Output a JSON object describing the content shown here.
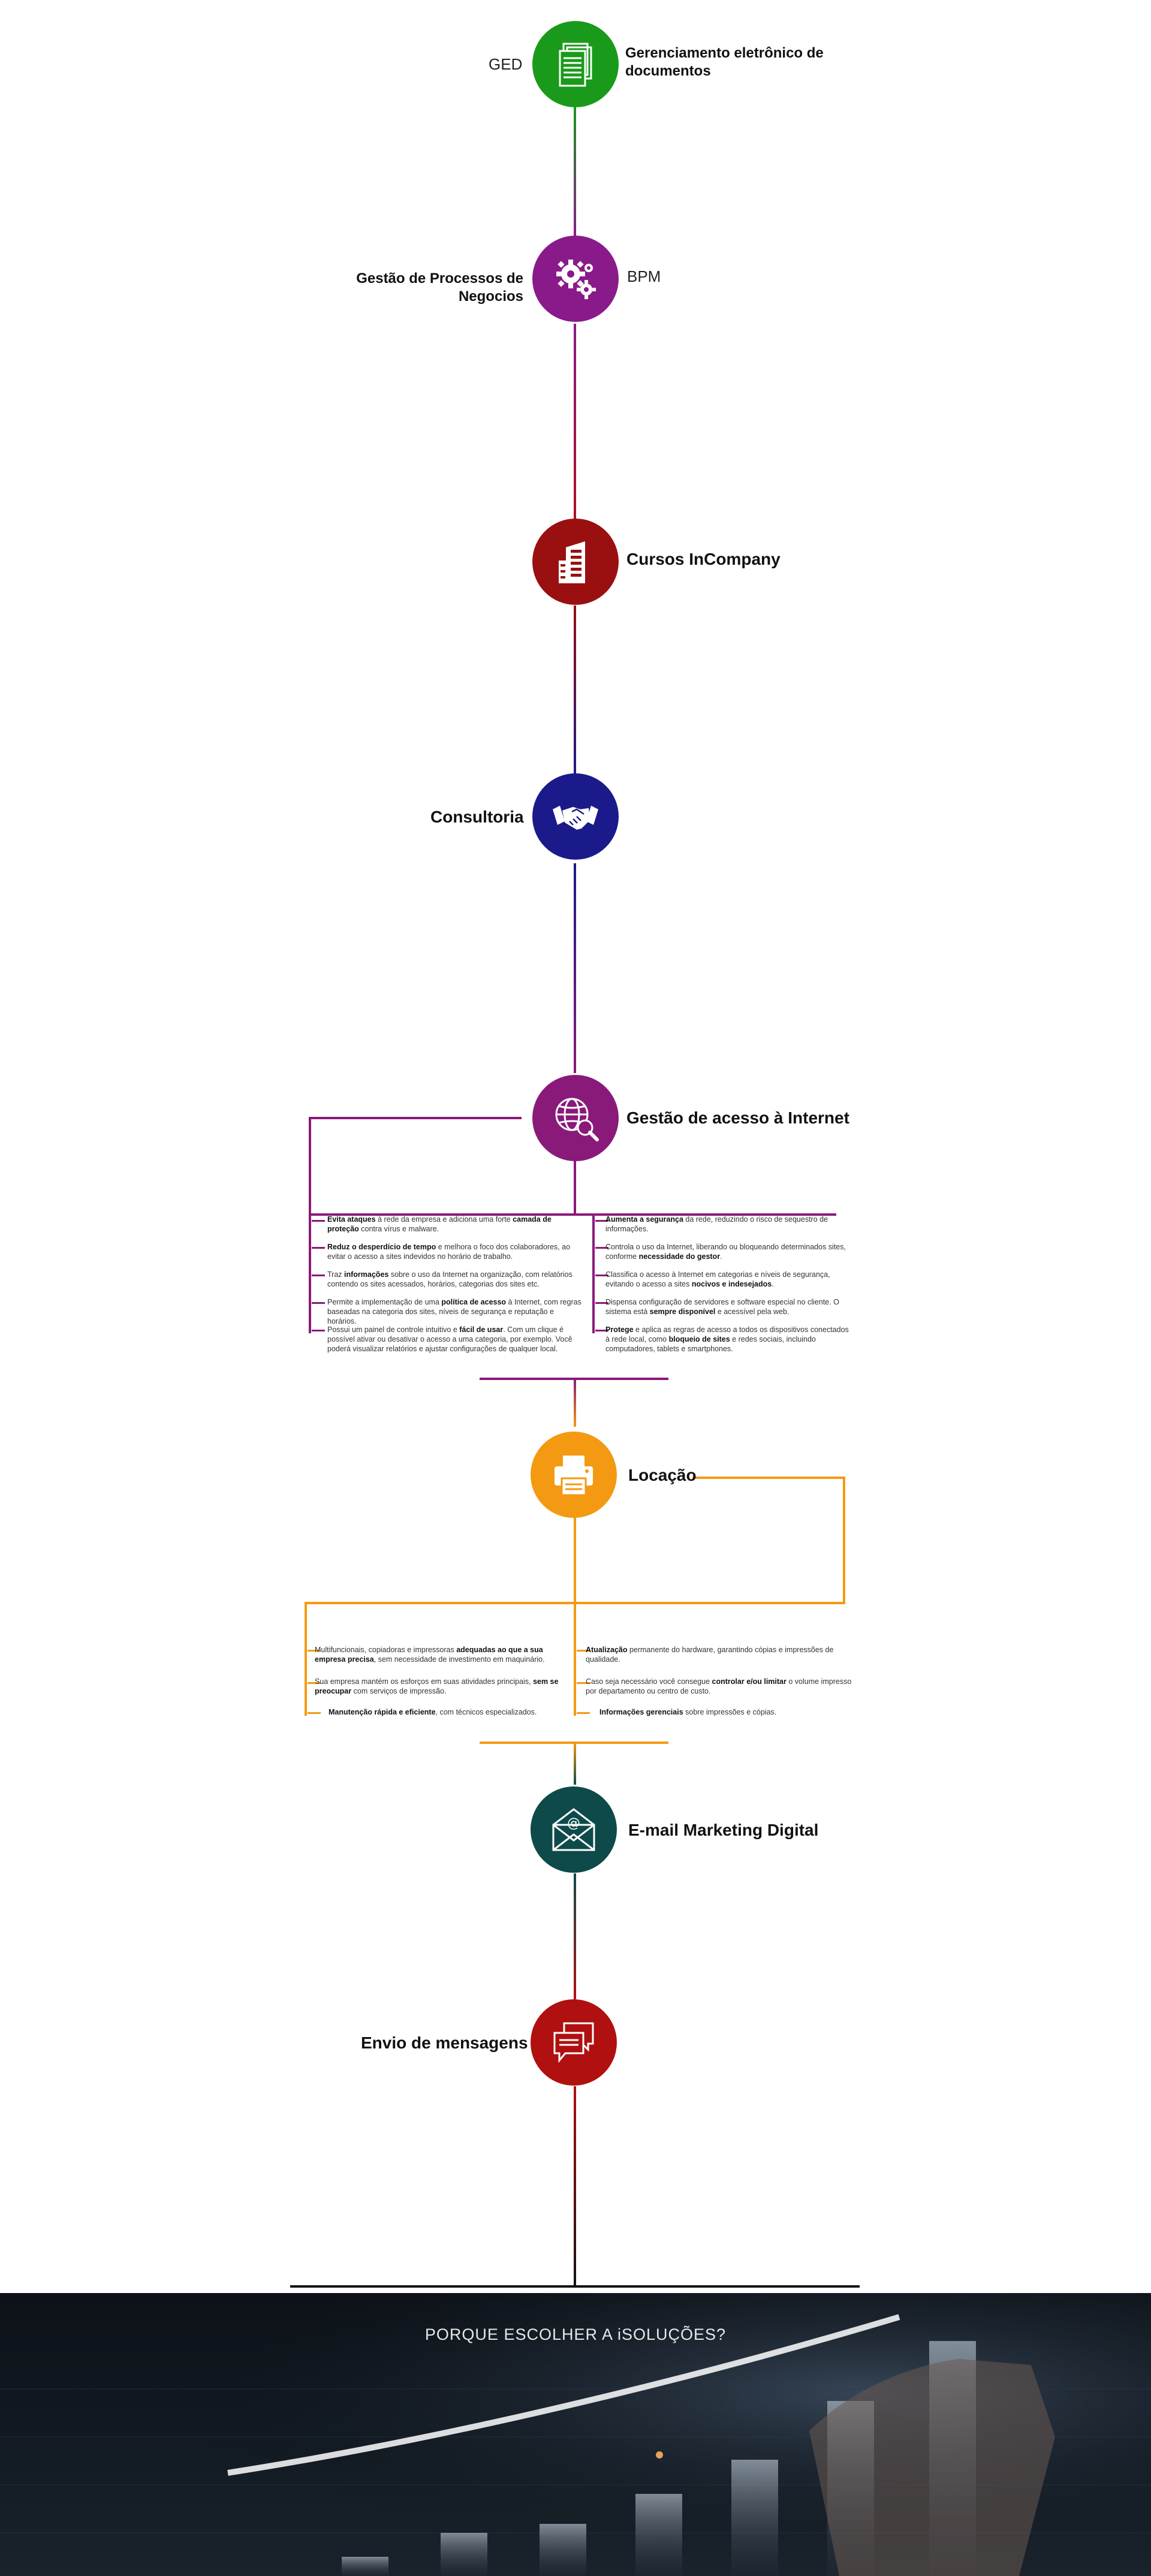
{
  "timeline": [
    {
      "id": "ged",
      "title": "Gerenciamento eletrônico de documentos",
      "abbr": "GED",
      "icon": "documents-icon",
      "color": "#1a9a1a"
    },
    {
      "id": "bpm",
      "title": "Gestão de Processos de Negocios",
      "abbr": "BPM",
      "icon": "gears-icon",
      "color": "#8a1a8a"
    },
    {
      "id": "cursos",
      "title": "Cursos InCompany",
      "icon": "building-icon",
      "color": "#9a1010"
    },
    {
      "id": "consultoria",
      "title": "Consultoria",
      "icon": "handshake-icon",
      "color": "#1a1a8a"
    },
    {
      "id": "internet",
      "title": "Gestão de acesso à Internet",
      "icon": "globe-search-icon",
      "color": "#8a1a7a"
    },
    {
      "id": "locacao",
      "title": "Locação",
      "icon": "printer-icon",
      "color": "#f39a12"
    },
    {
      "id": "email",
      "title": "E-mail Marketing Digital",
      "icon": "envelope-icon",
      "color": "#0e4a4a"
    },
    {
      "id": "mensagens",
      "title": "Envio de mensagens",
      "icon": "chat-icon",
      "color": "#b01010"
    }
  ],
  "internet_features": {
    "left": [
      {
        "pre": "Evita ataques",
        "mid": " à rede da empresa e adiciona uma forte ",
        "bold": "camada de proteção",
        "post": " contra vírus e malware."
      },
      {
        "pre": "Reduz o desperdício de tempo",
        "mid": " e melhora o foco dos colaboradores, ao evitar o acesso a sites indevidos no horário de trabalho.",
        "bold": "",
        "post": ""
      },
      {
        "pre": "",
        "mid": "Traz ",
        "bold": "informações",
        "post": " sobre o uso da Internet na organização, com relatórios contendo os sites acessados, horários, categorias dos sites etc."
      },
      {
        "pre": "",
        "mid": "Permite a implementação de uma ",
        "bold": "política de acesso",
        "post": " à Internet, com regras baseadas na categoria dos sites, níveis de segurança e reputação e horários."
      },
      {
        "pre": "",
        "mid": "Possui um painel de controle intuitivo e ",
        "bold": "fácil de usar",
        "post": ". Com um clique é possível ativar ou desativar o acesso a uma categoria, por exemplo. Você poderá visualizar relatórios e ajustar configurações de qualquer local."
      }
    ],
    "right": [
      {
        "pre": "Aumenta a segurança",
        "mid": " da rede, reduzindo o risco de sequestro de informações.",
        "bold": "",
        "post": ""
      },
      {
        "pre": "",
        "mid": "Controla o uso da Internet, liberando ou bloqueando determinados sites, conforme ",
        "bold": "necessidade do gestor",
        "post": "."
      },
      {
        "pre": "",
        "mid": "Classifica o acesso à Internet em categorias e níveis de segurança, evitando o acesso a sites ",
        "bold": "nocivos e indesejados",
        "post": "."
      },
      {
        "pre": "",
        "mid": "Dispensa configuração de servidores e software especial no cliente. O sistema está ",
        "bold": "sempre disponível",
        "post": " e acessível pela web."
      },
      {
        "pre": "Protege",
        "mid": " e aplica as regras de acesso a todos os dispositivos conectados à rede local, como ",
        "bold": "bloqueio de sites",
        "post": " e redes sociais, incluindo computadores, tablets e smartphones."
      }
    ]
  },
  "locacao_features": {
    "left": [
      {
        "pre": "",
        "mid": "Multifuncionais, copiadoras e impressoras ",
        "bold": "adequadas ao que a sua empresa precisa",
        "post": ", sem necessidade de investimento em maquinário."
      },
      {
        "pre": "",
        "mid": "Sua empresa mantém os esforços em suas atividades principais, ",
        "bold": "sem se preocupar",
        "post": " com serviços de impressão."
      },
      {
        "pre": "Manutenção rápida e eficiente",
        "mid": ", com técnicos especializados.",
        "bold": "",
        "post": ""
      }
    ],
    "right": [
      {
        "pre": "Atualização",
        "mid": " permanente do hardware, garantindo cópias e impressões de qualidade.",
        "bold": "",
        "post": ""
      },
      {
        "pre": "",
        "mid": "Caso seja necessário você consegue ",
        "bold": "controlar e/ou limitar",
        "post": " o volume impresso por departamento ou centro de custo."
      },
      {
        "pre": "Informações gerenciais",
        "mid": " sobre impressões e cópias.",
        "bold": "",
        "post": ""
      }
    ]
  },
  "footer": {
    "title": "PORQUE ESCOLHER A iSOLUÇÕES?"
  }
}
